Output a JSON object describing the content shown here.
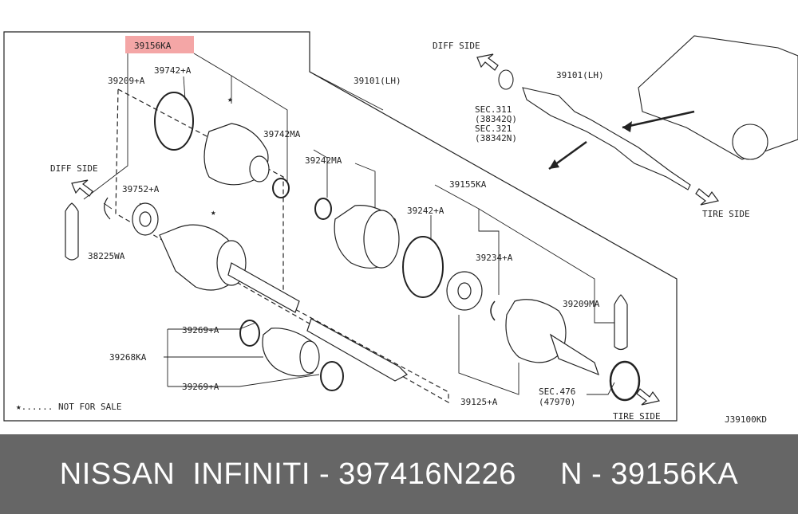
{
  "diagram": {
    "code": "J39100KD",
    "highlight_part": "39156KA",
    "highlight_color": "#f4a6a6",
    "labels": {
      "p39209_a": "39209+A",
      "p39742_a": "39742+A",
      "p39101_lh_left": "39101(LH)",
      "p39742ma": "39742MA",
      "p39242ma": "39242MA",
      "p39155ka": "39155KA",
      "p39752_a": "39752+A",
      "p39242_a": "39242+A",
      "p38225wa": "38225WA",
      "p39234_a": "39234+A",
      "p39209ma": "39209MA",
      "p39269_a_top": "39269+A",
      "p39268ka": "39268KA",
      "p39269_a_bottom": "39269+A",
      "p39125_a": "39125+A",
      "sec476": "SEC.476",
      "sec476_num": "(47970)",
      "diff_side_left": "DIFF SIDE",
      "tire_side_bottom": "TIRE SIDE",
      "not_for_sale": "★...... NOT FOR SALE",
      "diff_side_top": "DIFF SIDE",
      "p39101_lh_right": "39101(LH)",
      "sec311": "SEC.311",
      "sec311_num": "(38342Q)",
      "sec321": "SEC.321",
      "sec321_num": "(38342N)",
      "tire_side_right": "TIRE SIDE"
    }
  },
  "footer": {
    "text": "NISSAN  INFINITI - 397416N226     N - 39156KA",
    "background": "#666666"
  }
}
